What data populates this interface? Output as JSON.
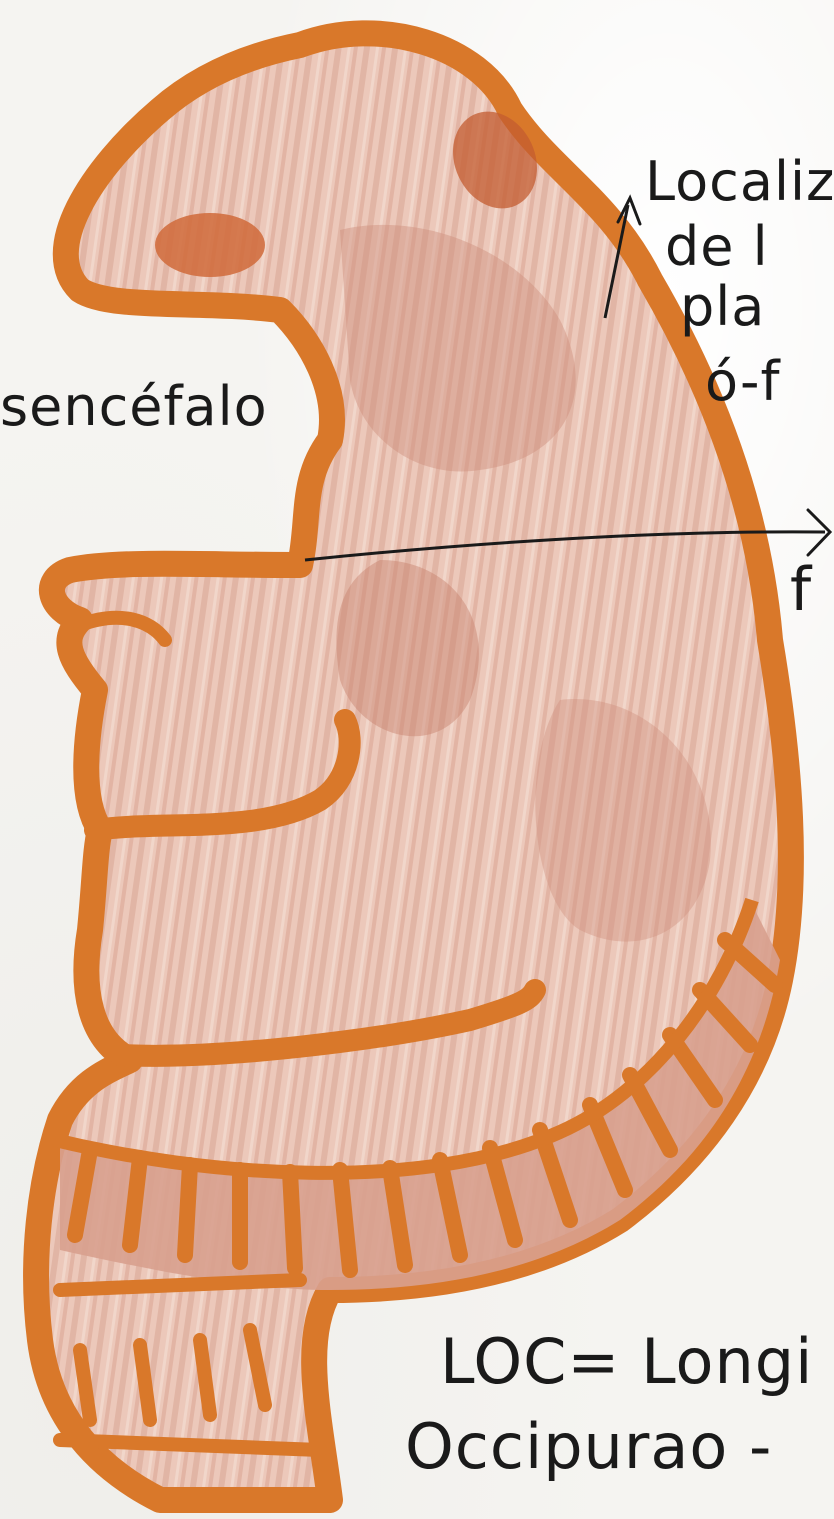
{
  "labels": {
    "rombencefalo": "sencéfalo",
    "placoda_line1": "Localiz",
    "placoda_line2": "de l",
    "placoda_line3": "pla",
    "placoda_line4": "ó-f",
    "cutoff_label": "f",
    "loc_line1": "LOC= Longi",
    "loc_line2": "Occipurao -"
  },
  "colors": {
    "outline": "#d9782a",
    "body_fill": "#e8bfb0",
    "body_shade": "#cf8f7c",
    "somite_fill": "#d8a08e",
    "ink": "#1a1a1a"
  }
}
